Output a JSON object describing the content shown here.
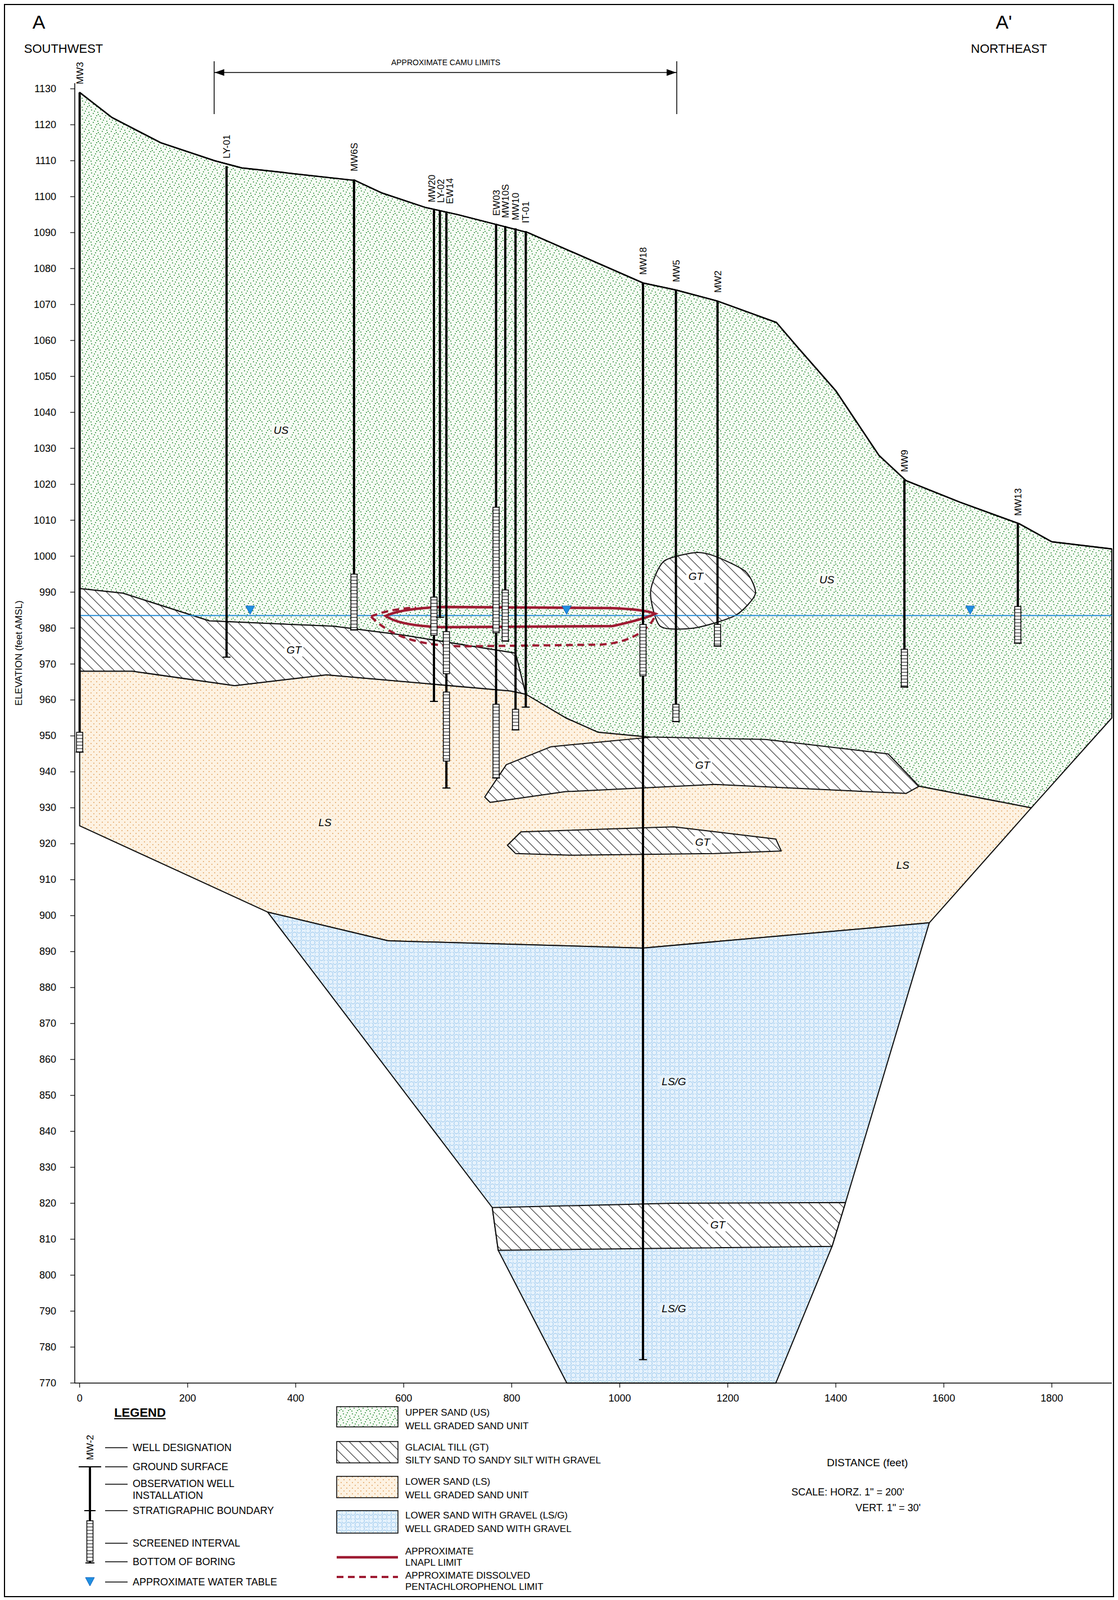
{
  "diagram": {
    "labels": [
      "A",
      "SOUTHWEST",
      "A'",
      "NORTHEAST",
      "APPROXIMATE CAMU LIMITS",
      "MW3",
      "LY-01",
      "MW6S",
      "MW20",
      "LY-02",
      "EW14",
      "EW03",
      "MW10S",
      "MW10",
      "IT-01",
      "MW18",
      "MW5",
      "MW2",
      "MW9",
      "MW13",
      "US",
      "GT",
      "US",
      "GT",
      "GT",
      "LS",
      "GT",
      "LS",
      "LS/G",
      "GT",
      "LS/G",
      "ELEVATION (feet AMSL)",
      "1130",
      "1120",
      "1110",
      "1100",
      "1090",
      "1080",
      "1070",
      "1060",
      "1050",
      "1040",
      "1030",
      "1020",
      "1010",
      "1000",
      "990",
      "980",
      "970",
      "960",
      "950",
      "940",
      "930",
      "920",
      "910",
      "900",
      "890",
      "880",
      "870",
      "860",
      "850",
      "840",
      "830",
      "820",
      "810",
      "800",
      "790",
      "780",
      "770",
      "0",
      "200",
      "400",
      "600",
      "800",
      "1000",
      "1200",
      "1400",
      "1600",
      "1800",
      "DISTANCE (feet)",
      "SCALE: HORZ. 1\" = 200'",
      "VERT. 1\" = 30'",
      "LEGEND",
      "MW-2",
      "WELL GRADED SAND UNIT",
      "SILTY SAND TO SANDY SILT WITH GRAVEL",
      "WELL GRADED SAND UNIT",
      "WELL GRADED SAND WITH GRAVEL"
    ],
    "legend": [
      {
        "text": "WELL DESIGNATION"
      },
      {
        "text": "GROUND SURFACE"
      },
      {
        "text": "OBSERVATION WELL INSTALLATION"
      },
      {
        "text": "STRATIGRAPHIC BOUNDARY"
      },
      {
        "text": "SCREENED INTERVAL"
      },
      {
        "text": "BOTTOM OF BORING"
      },
      {
        "text": "APPROXIMATE WATER TABLE"
      },
      {
        "text": "UPPER SAND (US)"
      },
      {
        "text": "GLACIAL TILL (GT)"
      },
      {
        "text": "LOWER SAND (LS)"
      },
      {
        "text": "LOWER SAND WITH GRAVEL (LS/G)"
      },
      {
        "text": "APPROXIMATE LNAPL LIMIT"
      },
      {
        "text": "APPROXIMATE DISSOLVED PENTACHLOROPHENOL LIMIT"
      }
    ]
  }
}
